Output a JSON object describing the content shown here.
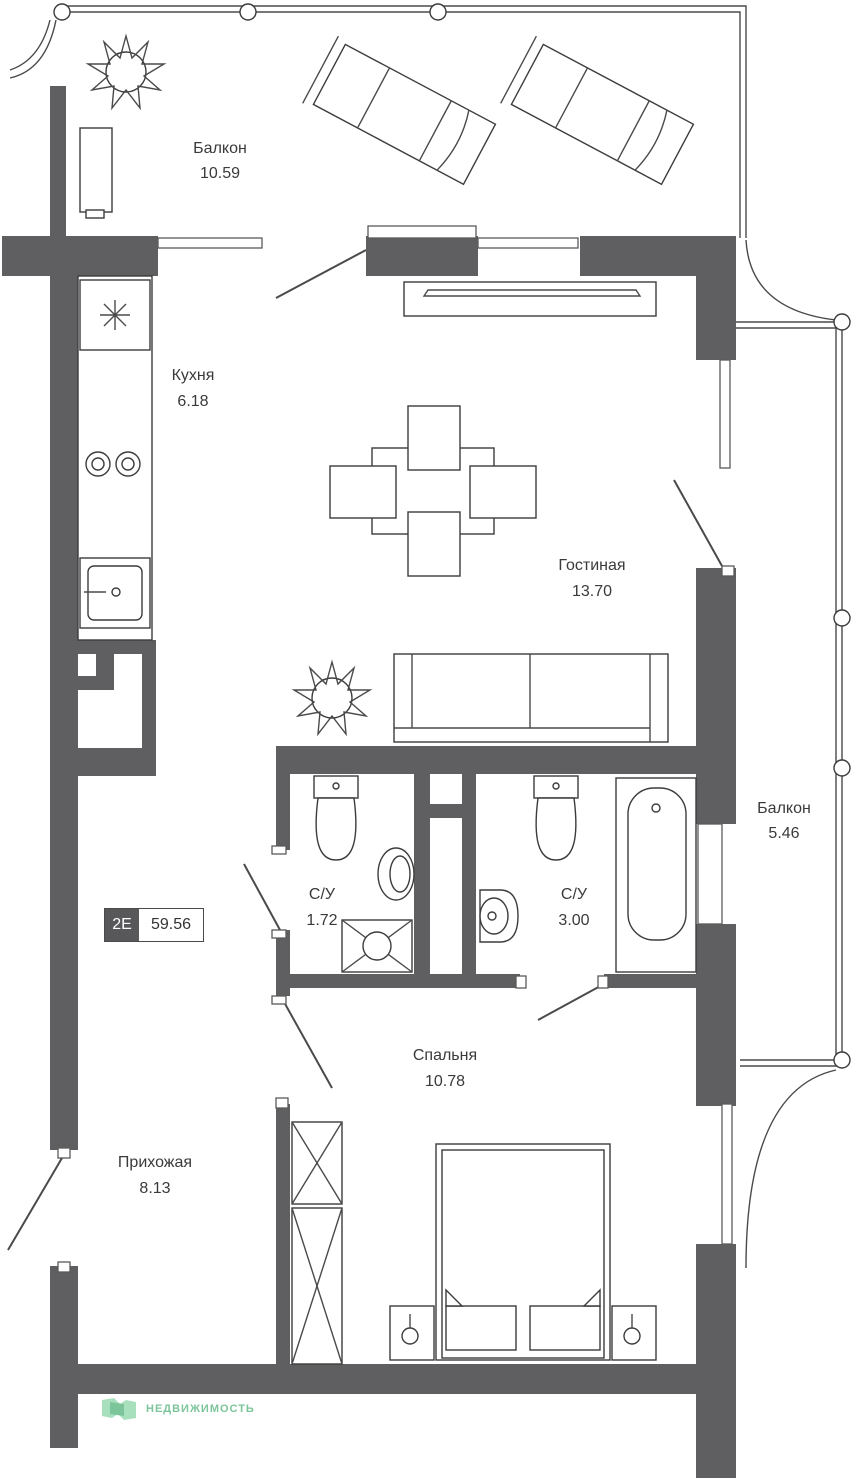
{
  "plan": {
    "rooms": [
      {
        "id": "balcony-top",
        "name": "Балкон",
        "area": "10.59"
      },
      {
        "id": "kitchen",
        "name": "Кухня",
        "area": "6.18"
      },
      {
        "id": "living",
        "name": "Гостиная",
        "area": "13.70"
      },
      {
        "id": "balcony-right",
        "name": "Балкон",
        "area": "5.46"
      },
      {
        "id": "bath-small",
        "name": "С/У",
        "area": "1.72"
      },
      {
        "id": "bath-large",
        "name": "С/У",
        "area": "3.00"
      },
      {
        "id": "bedroom",
        "name": "Спальня",
        "area": "10.78"
      },
      {
        "id": "hallway",
        "name": "Прихожая",
        "area": "8.13"
      }
    ],
    "apartment": {
      "type": "2E",
      "total_area": "59.56"
    },
    "brand": {
      "text": "НЕДВИЖИМОСТЬ",
      "color": "#7cc59a"
    },
    "colors": {
      "wall": "#5f5f61",
      "line": "#3c3c3c"
    }
  }
}
